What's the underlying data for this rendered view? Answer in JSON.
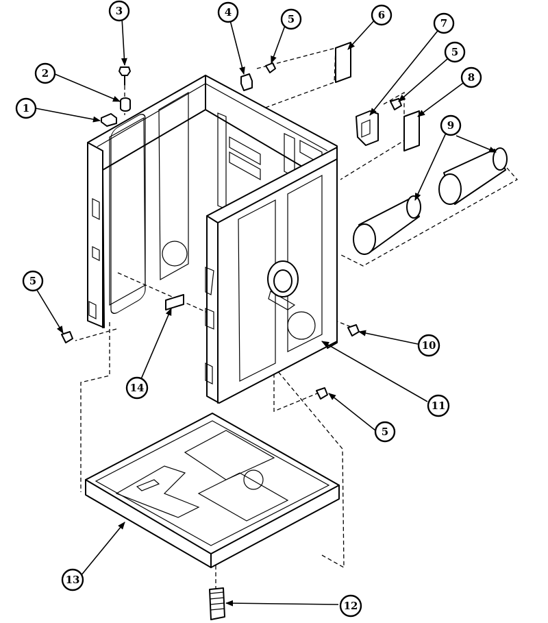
{
  "callouts": [
    {
      "id": "c1",
      "label": "1"
    },
    {
      "id": "c2",
      "label": "2"
    },
    {
      "id": "c3",
      "label": "3"
    },
    {
      "id": "c4",
      "label": "4"
    },
    {
      "id": "c5a",
      "label": "5"
    },
    {
      "id": "c6",
      "label": "6"
    },
    {
      "id": "c7",
      "label": "7"
    },
    {
      "id": "c5b",
      "label": "5"
    },
    {
      "id": "c8",
      "label": "8"
    },
    {
      "id": "c9",
      "label": "9"
    },
    {
      "id": "c5c",
      "label": "5"
    },
    {
      "id": "c10",
      "label": "10"
    },
    {
      "id": "c14",
      "label": "14"
    },
    {
      "id": "c11",
      "label": "11"
    },
    {
      "id": "c5d",
      "label": "5"
    },
    {
      "id": "c13",
      "label": "13"
    },
    {
      "id": "c12",
      "label": "12"
    }
  ],
  "colors": {
    "ink": "#000000",
    "paper": "#ffffff"
  }
}
